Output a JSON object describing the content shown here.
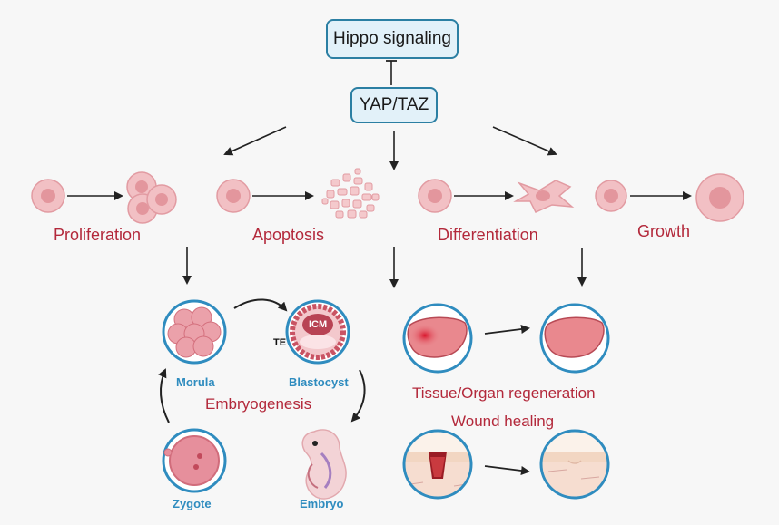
{
  "nodes": {
    "hippo": "Hippo signaling",
    "yaptaz": "YAP/TAZ"
  },
  "outcomes": {
    "proliferation": "Proliferation",
    "apoptosis": "Apoptosis",
    "differentiation": "Differentiation",
    "growth": "Growth"
  },
  "embryo": {
    "morula": "Morula",
    "blastocyst": "Blastocyst",
    "te": "TE",
    "icm": "ICM",
    "title": "Embryogenesis",
    "zygote": "Zygote",
    "embryo": "Embryo"
  },
  "regeneration": {
    "tissue": "Tissue/Organ regeneration",
    "wound": "Wound healing"
  },
  "colors": {
    "box_border": "#2b7fa3",
    "box_fill": "#e2f1f9",
    "label_red": "#b3293b",
    "label_blue": "#2f8cbf",
    "cell_fill": "#f2c0c4",
    "cell_nucleus": "#e3969d"
  }
}
